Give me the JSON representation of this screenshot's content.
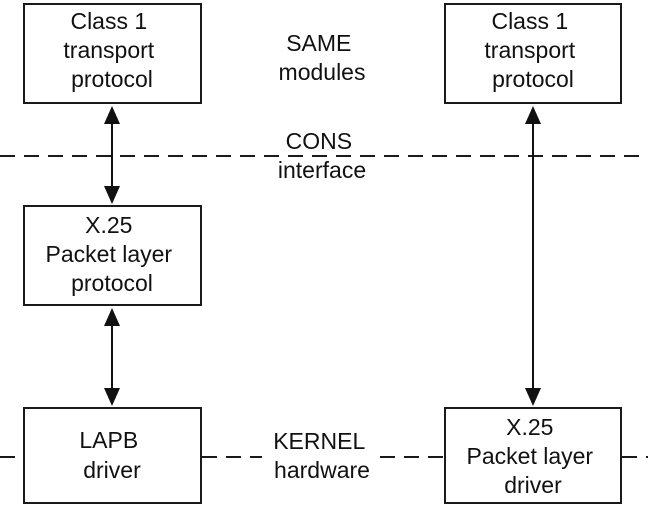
{
  "colors": {
    "line": "#1a1a1a",
    "text": "#111111",
    "background": "#ffffff"
  },
  "boxes": {
    "transport_left": [
      "Class 1",
      "transport",
      "protocol"
    ],
    "transport_right": [
      "Class 1",
      "transport",
      "protocol"
    ],
    "packet_layer_protocol": [
      "X.25",
      "Packet layer",
      "protocol"
    ],
    "lapb_driver": [
      "LAPB",
      "driver"
    ],
    "packet_layer_driver": [
      "X.25",
      "Packet layer",
      "driver"
    ]
  },
  "labels": {
    "same_modules": [
      "SAME",
      "modules"
    ],
    "cons_interface": [
      "CONS",
      "interface"
    ],
    "kernel_hardware": [
      "KERNEL",
      "hardware"
    ]
  }
}
